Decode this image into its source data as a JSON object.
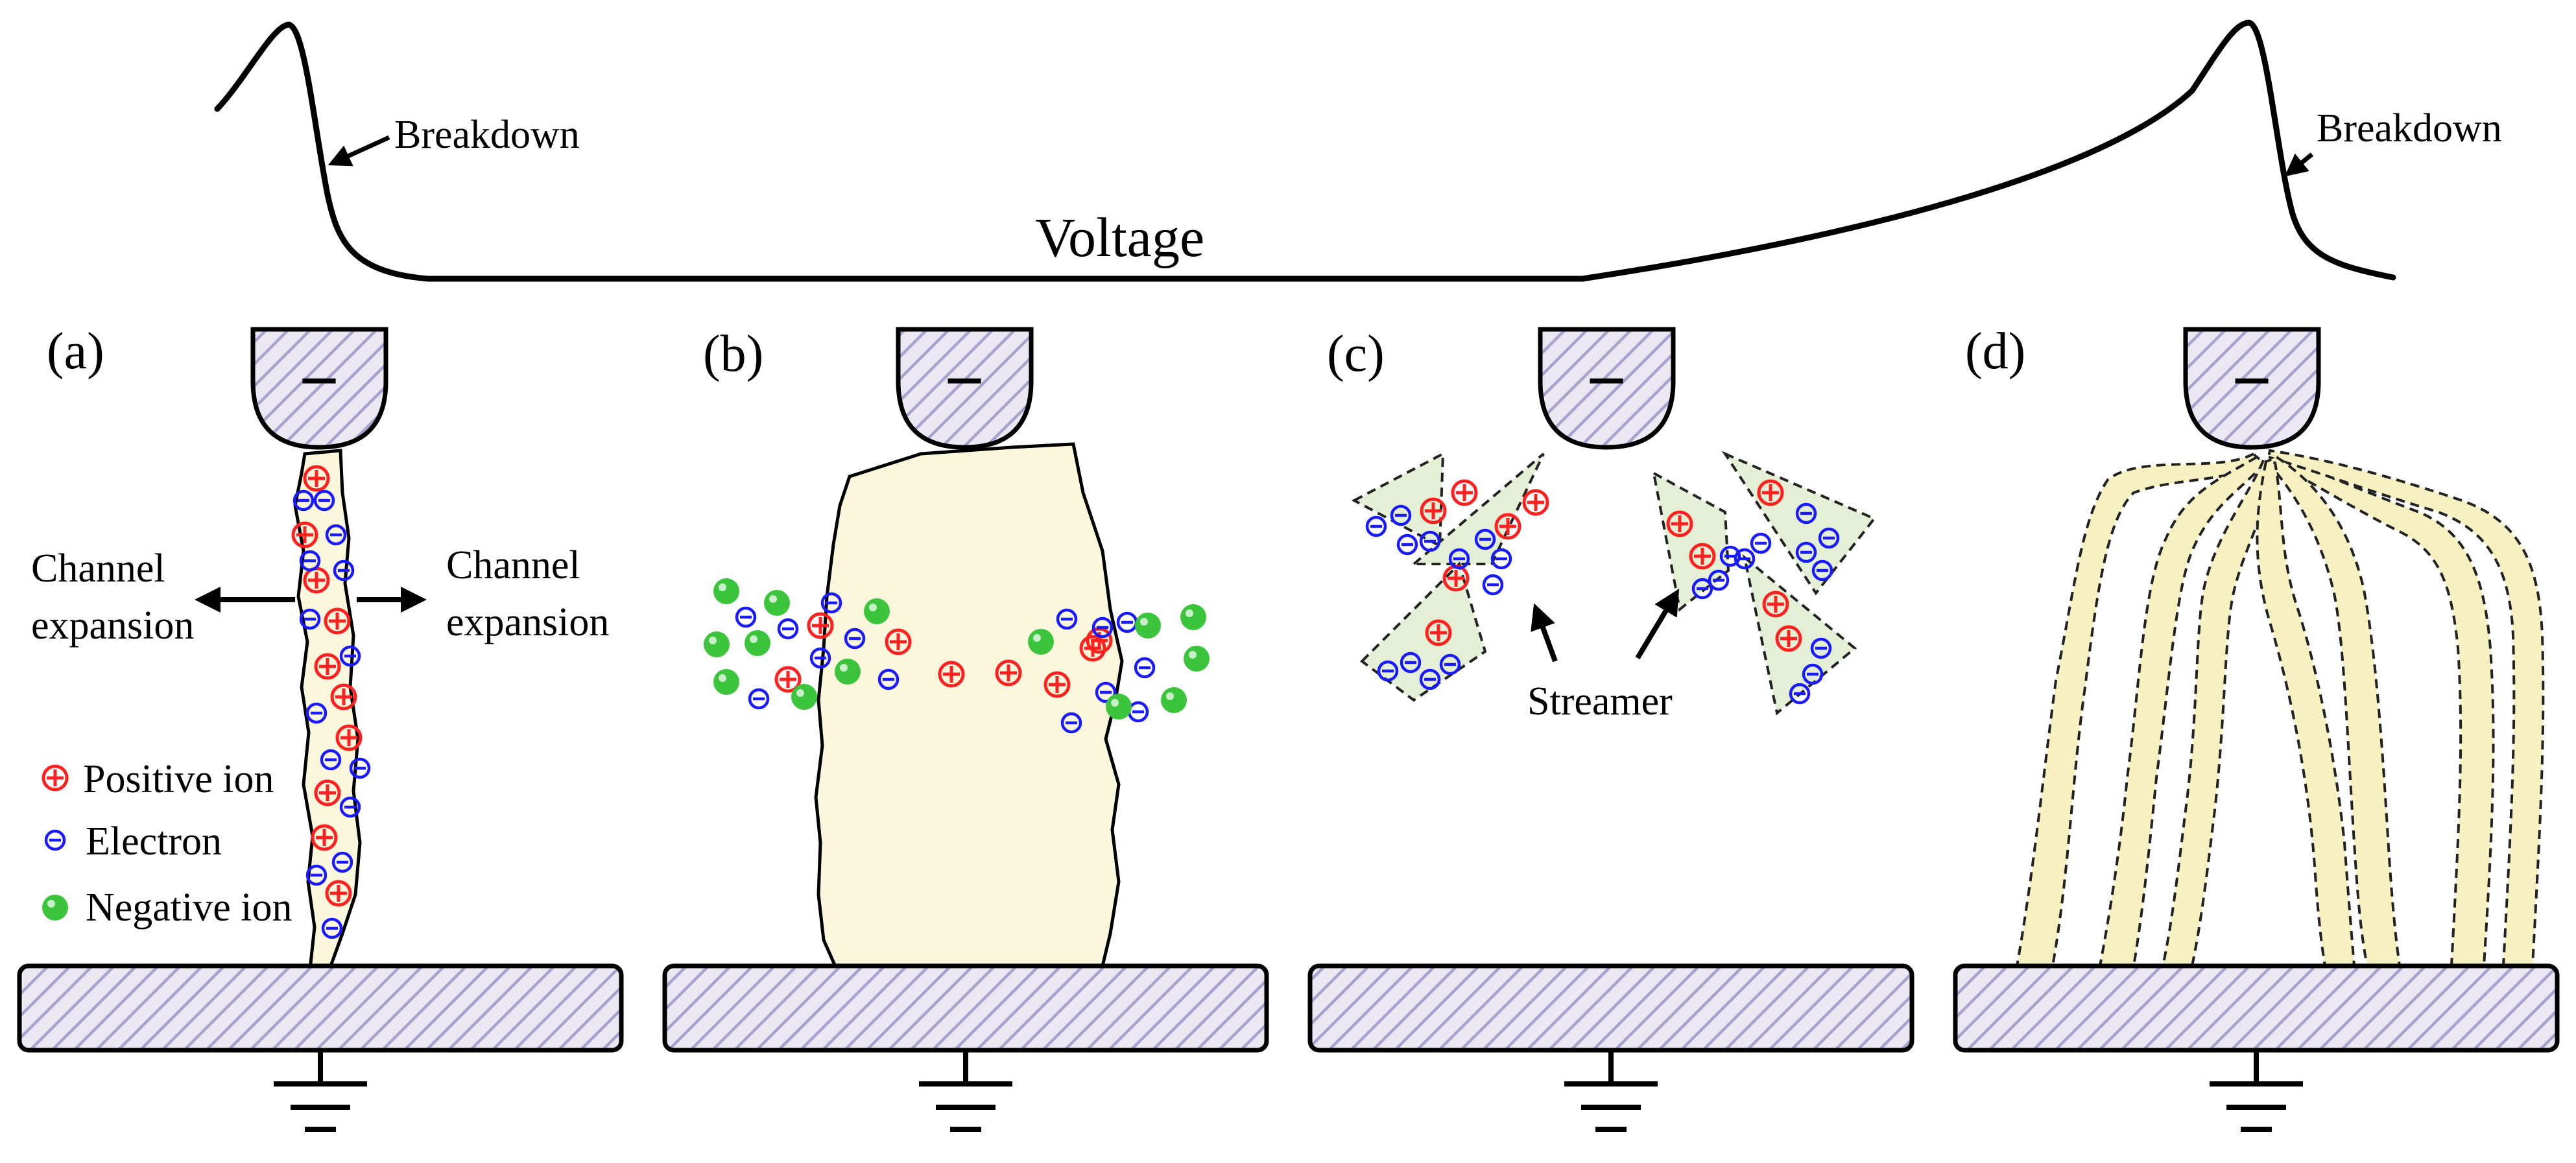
{
  "voltage_label": "Voltage",
  "breakdown_label": "Breakdown",
  "panels": [
    {
      "label": "(a)"
    },
    {
      "label": "(b)"
    },
    {
      "label": "(c)"
    },
    {
      "label": "(d)"
    }
  ],
  "channel_expansion": {
    "line1": "Channel",
    "line2": "expansion"
  },
  "legend": [
    {
      "label": "Positive ion",
      "symbol": "positive-ion",
      "color": "#ff2020"
    },
    {
      "label": "Electron",
      "symbol": "electron",
      "color": "#1a1aff"
    },
    {
      "label": "Negative ion",
      "symbol": "negative-ion",
      "color": "#3cc43c"
    }
  ],
  "streamer_label": "Streamer",
  "electrode_sign": "−",
  "colors": {
    "channel_fill": "#fbf7dc",
    "streamer_fill": "#e3f0d6",
    "filament_fill": "#f7f0c0",
    "hatch_fill": "#c9c3df",
    "positive": "#ff2020",
    "electron": "#1a1aff",
    "negative_ion": "#3cc43c"
  }
}
